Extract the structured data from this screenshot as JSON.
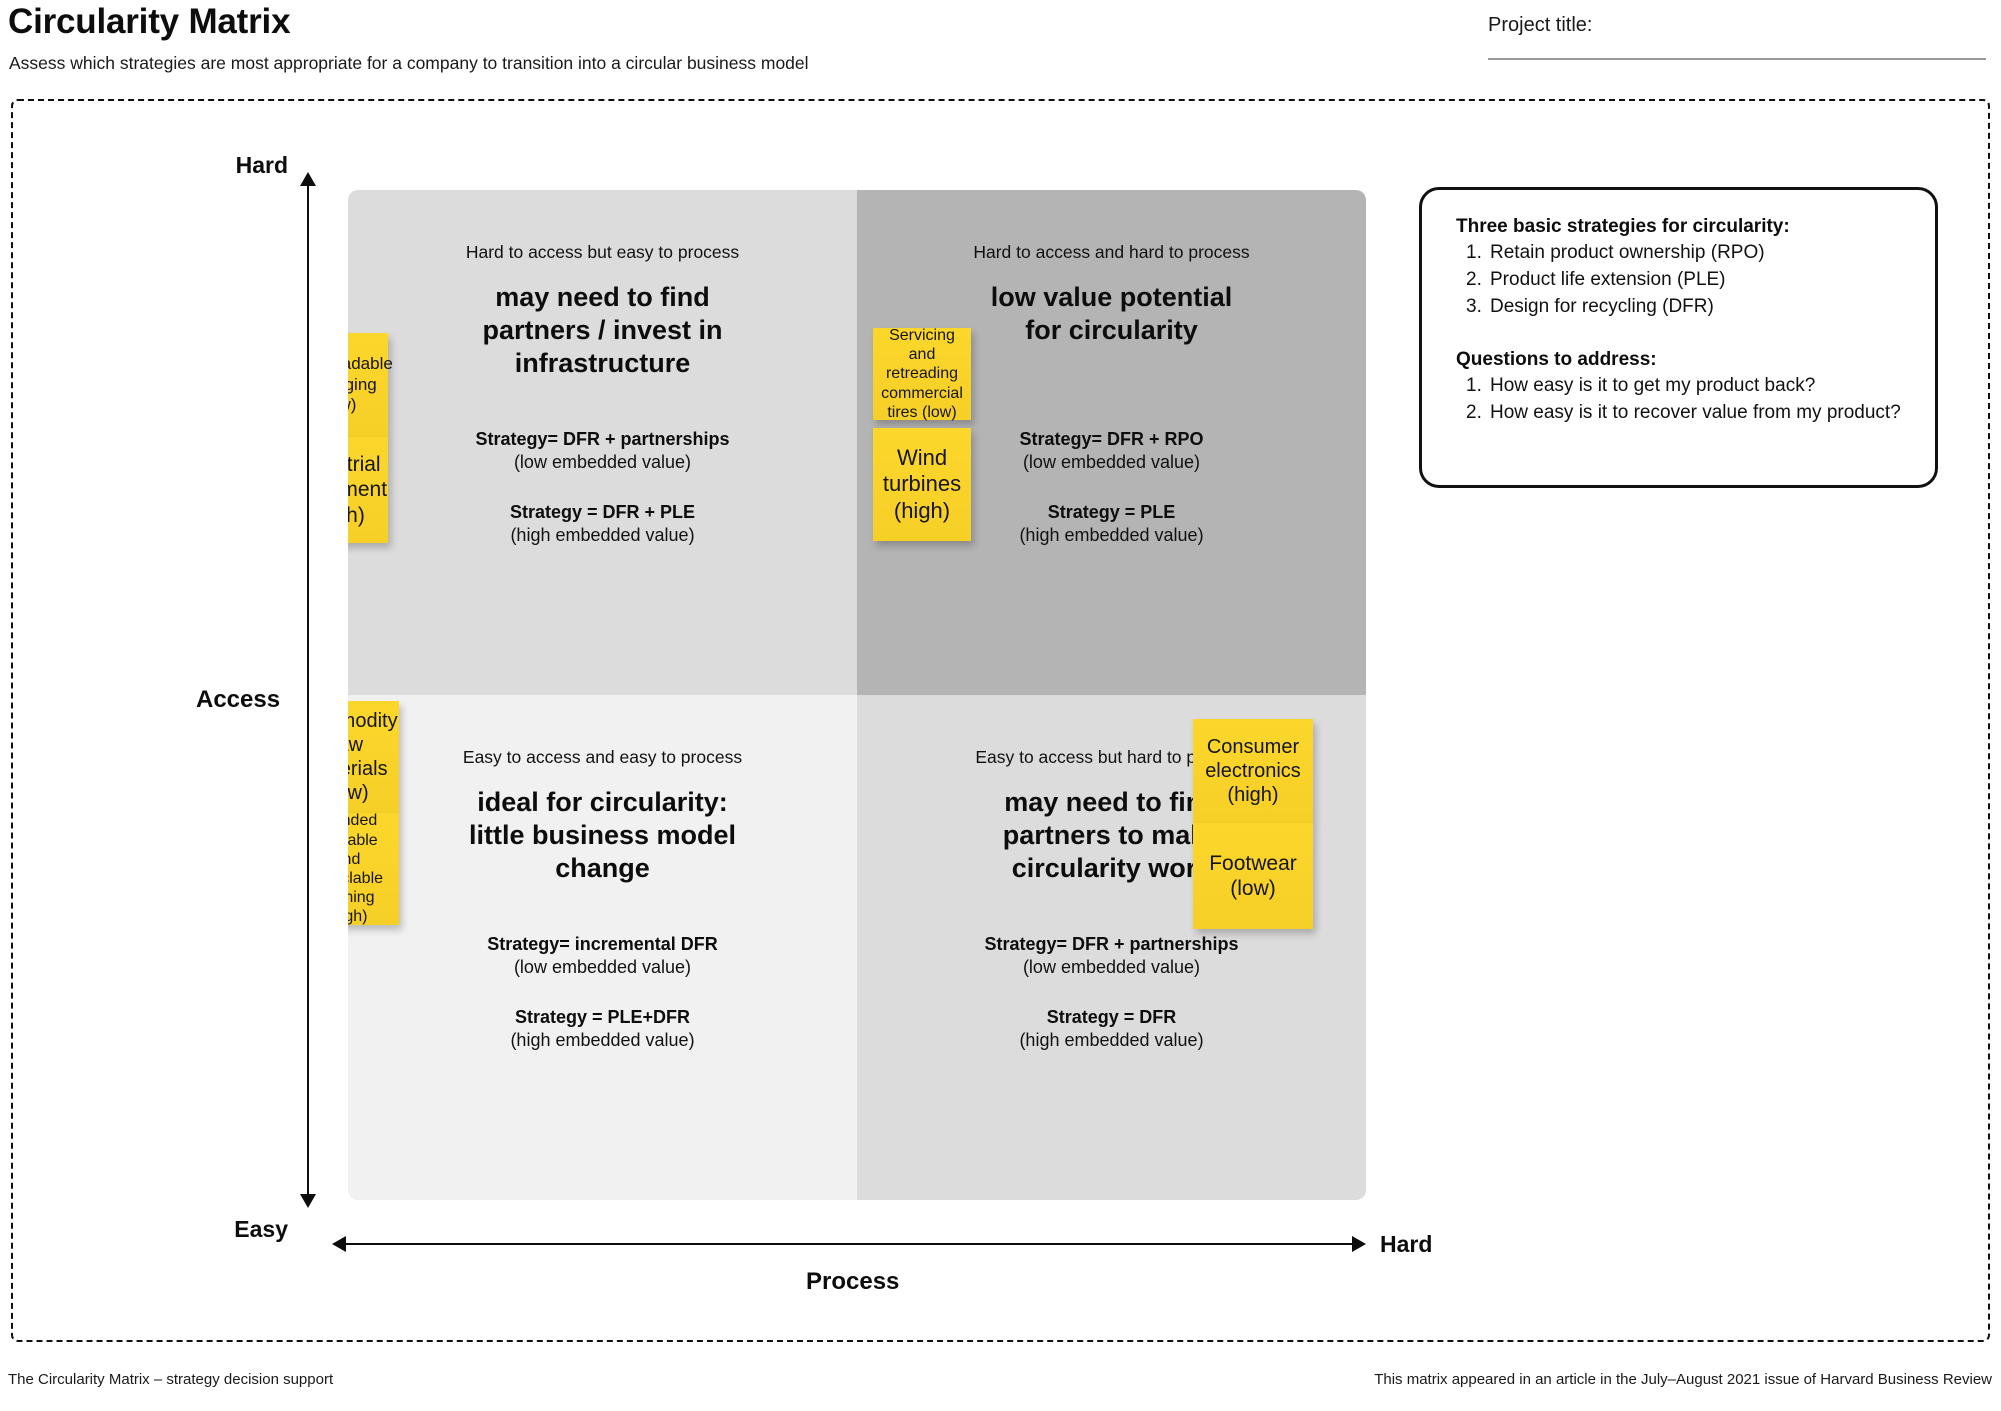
{
  "header": {
    "title": "Circularity Matrix",
    "subtitle": "Assess which strategies are most appropriate for a company to transition into a circular business model",
    "project_title_label": "Project title:",
    "project_title_value": ""
  },
  "axes": {
    "y_name": "Access",
    "y_top": "Hard",
    "y_bottom": "Easy",
    "x_name": "Process",
    "x_left": "Easy",
    "x_right": "Hard"
  },
  "quadrants": [
    {
      "id": "top-left",
      "caption": "Hard to access but easy to process",
      "headline": "may need to find\npartners / invest in\ninfrastructure",
      "fill": "#dcdcdc",
      "strategies": [
        {
          "head": "Strategy= DFR + partnerships",
          "sub": "(low embedded value)"
        },
        {
          "head": "Strategy = DFR + PLE",
          "sub": "(high embedded value)"
        }
      ],
      "notes": [
        {
          "text": "Biodegradable\npackaging\n(low)",
          "value": "low",
          "font": 17
        },
        {
          "text": "Industrial\nequipment\n(high)",
          "value": "high",
          "font": 21
        }
      ]
    },
    {
      "id": "top-right",
      "caption": "Hard to access and hard to process",
      "headline": "low value potential\nfor circularity",
      "fill": "#b4b4b4",
      "strategies": [
        {
          "head": "Strategy= DFR + RPO",
          "sub": "(low embedded value)"
        },
        {
          "head": "Strategy = PLE",
          "sub": "(high embedded value)"
        }
      ],
      "notes": [
        {
          "text": "Servicing and\nretreading\ncommercial\ntires (low)",
          "value": "low",
          "font": 16
        },
        {
          "text": "Wind\nturbines\n(high)",
          "value": "high",
          "font": 22
        }
      ]
    },
    {
      "id": "bottom-left",
      "caption": "Easy to access and easy to process",
      "headline": "ideal for circularity:\nlittle business model\nchange",
      "fill": "#f1f1f1",
      "strategies": [
        {
          "head": "Strategy= incremental DFR",
          "sub": "(low embedded value)"
        },
        {
          "head": "Strategy = PLE+DFR",
          "sub": "(high embedded value)"
        }
      ],
      "notes": [
        {
          "text": "Commodity\nraw\nmaterials\n(low)",
          "value": "low",
          "font": 20
        },
        {
          "text": "Branded\nreusable and\nrecyclable\nclothing (high)",
          "value": "high",
          "font": 16
        }
      ]
    },
    {
      "id": "bottom-right",
      "caption": "Easy to access but hard to process",
      "headline": "may need to find\npartners to make\ncircularity work",
      "fill": "#dcdcdc",
      "strategies": [
        {
          "head": "Strategy= DFR + partnerships",
          "sub": "(low embedded value)"
        },
        {
          "head": "Strategy = DFR",
          "sub": "(high embedded value)"
        }
      ],
      "notes": [
        {
          "text": "Consumer\nelectronics\n(high)",
          "value": "high",
          "font": 20
        },
        {
          "text": "Footwear\n(low)",
          "value": "low",
          "font": 21
        }
      ]
    }
  ],
  "info_card": {
    "strategies_heading": "Three basic strategies for circularity:",
    "strategies": [
      {
        "num": "1.",
        "text": "Retain product ownership (RPO)"
      },
      {
        "num": "2.",
        "text": "Product life extension (PLE)"
      },
      {
        "num": "3.",
        "text": "Design for recycling (DFR)"
      }
    ],
    "questions_heading": "Questions to address:",
    "questions": [
      {
        "num": "1.",
        "text": "How easy is it to get my product back?"
      },
      {
        "num": "2.",
        "text": "How easy is it to recover value from my product?"
      }
    ]
  },
  "footer": {
    "left": "The Circularity Matrix – strategy decision support",
    "right": "This matrix appeared in an article in the July–August 2021 issue of Harvard Business Review"
  },
  "colors": {
    "note_yellow": "#fcd72b",
    "quadrant_light": "#f1f1f1",
    "quadrant_mid": "#dcdcdc",
    "quadrant_dark": "#b4b4b4",
    "ink": "#0d0d0d"
  }
}
